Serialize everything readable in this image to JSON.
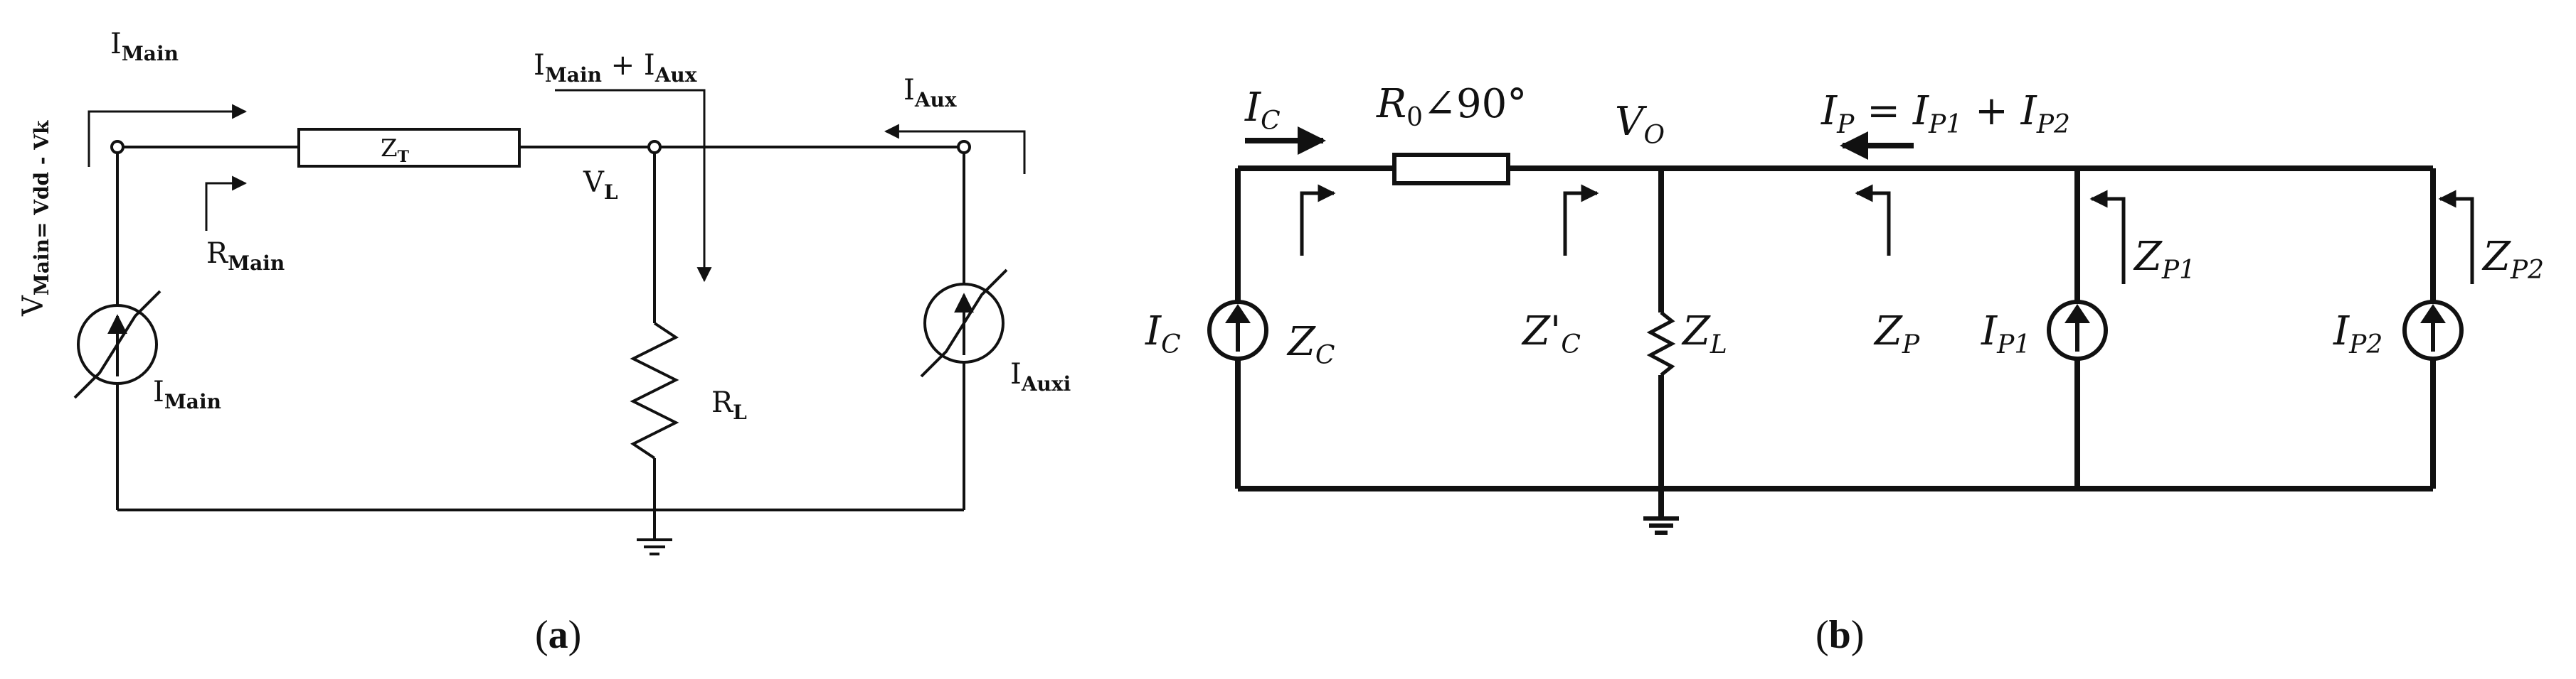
{
  "diagram_a": {
    "vmain_label": "Main= Vdd - Vk",
    "vmain_prefix": "V",
    "imain_top": "Main",
    "imain_top_prefix": "I",
    "imain_aux": {
      "p1": "I",
      "s1": "Main",
      "mid": " + I",
      "s2": "Aux"
    },
    "iaux_top": {
      "p": "I",
      "s": "Aux"
    },
    "zt": {
      "p": "Z",
      "s": "T"
    },
    "vl": {
      "p": "V",
      "s": "L"
    },
    "rmain": {
      "p": "R",
      "s": "Main"
    },
    "rl": {
      "p": "R",
      "s": "L"
    },
    "imain_src": {
      "p": "I",
      "s": "Main"
    },
    "iaux_src": {
      "p": "I",
      "s": "Auxi"
    }
  },
  "diagram_b": {
    "ic_top": {
      "p": "I",
      "s": "C"
    },
    "r0": {
      "p": "R",
      "s": "0",
      "rest": "∠90°"
    },
    "vo": {
      "p": "V",
      "s": "O"
    },
    "ip_eq": {
      "p1": "I",
      "s1": "P",
      "e1": " = I",
      "s2": "P1",
      "e2": " + I",
      "s3": "P2"
    },
    "ic_src": {
      "p": "I",
      "s": "C"
    },
    "zc": {
      "p": "Z",
      "s": "C"
    },
    "zc_prime": {
      "p": "Z'",
      "s": "C"
    },
    "zl": {
      "p": "Z",
      "s": "L"
    },
    "zp": {
      "p": "Z",
      "s": "P"
    },
    "ip1_src": {
      "p": "I",
      "s": "P1"
    },
    "zp1": {
      "p": "Z",
      "s": "P1"
    },
    "ip2_src": {
      "p": "I",
      "s": "P2"
    },
    "zp2": {
      "p": "Z",
      "s": "P2"
    }
  },
  "captions": {
    "a": {
      "open": "(",
      "letter": "a",
      "close": ")"
    },
    "b": {
      "open": "(",
      "letter": "b",
      "close": ")"
    }
  }
}
